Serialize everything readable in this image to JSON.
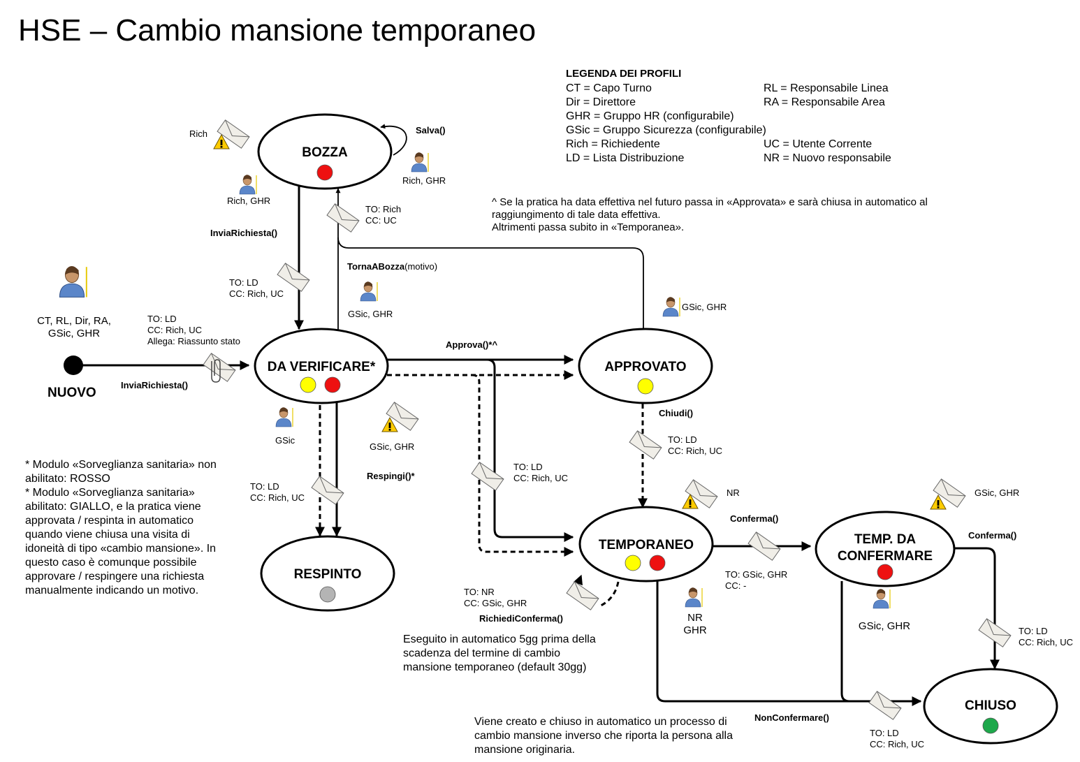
{
  "title": "HSE – Cambio mansione temporaneo",
  "states": {
    "nuovo": "NUOVO",
    "bozza": "BOZZA",
    "da_verificare": "DA VERIFICARE*",
    "approvato": "APPROVATO",
    "respinto": "RESPINTO",
    "temporaneo": "TEMPORANEO",
    "temp_da_confermare_1": "TEMP. DA",
    "temp_da_confermare_2": "CONFERMARE",
    "chiuso": "CHIUSO"
  },
  "actions": {
    "salva": "Salva()",
    "invia_richiesta_1": "InviaRichiesta()",
    "invia_richiesta_2": "InviaRichiesta()",
    "torna_a_bozza_bold": "TornaABozza",
    "torna_a_bozza_rest": "(motivo)",
    "approva": "Approva()*^",
    "chiudi": "Chiudi()",
    "respingi": "Respingi()*",
    "conferma_1": "Conferma()",
    "conferma_2": "Conferma()",
    "richiedi_conferma": "RichiediConferma()",
    "non_confermare": "NonConfermare()"
  },
  "actors": {
    "initial_1": "CT, RL, Dir, RA,",
    "initial_2": "GSic, GHR",
    "bozza_left": "Rich, GHR",
    "bozza_right": "Rich, GHR",
    "rich_notif": "Rich",
    "torna": "GSic, GHR",
    "approvato": "GSic, GHR",
    "respingi_user": "GSic",
    "respingi_notif": "GSic, GHR",
    "temporaneo_nr": "NR",
    "temp_user_1": "NR",
    "temp_user_2": "GHR",
    "tdc_notif": "GSic, GHR",
    "tdc_user": "GSic, GHR"
  },
  "mails": {
    "initial": [
      "TO: LD",
      "CC: Rich, UC",
      "Allega: Riassunto stato"
    ],
    "invia": [
      "TO: LD",
      "CC: Rich, UC"
    ],
    "torna": [
      "TO: Rich",
      "CC: UC"
    ],
    "respingi": [
      "TO: LD",
      "CC: Rich, UC"
    ],
    "approva_temp": [
      "TO: LD",
      "CC: Rich, UC"
    ],
    "chiudi": [
      "TO: LD",
      "CC: Rich, UC"
    ],
    "richiedi": [
      "TO: NR",
      "CC: GSic, GHR"
    ],
    "conferma": [
      "TO: GSic, GHR",
      "CC: -"
    ],
    "chiuso_right": [
      "TO: LD",
      "CC: Rich, UC"
    ],
    "chiuso_bottom": [
      "TO: LD",
      "CC: Rich, UC"
    ]
  },
  "legend": {
    "heading": "LEGENDA DEI PROFILI",
    "left": [
      "CT = Capo Turno",
      "Dir = Direttore",
      "GHR = Gruppo HR (configurabile)",
      "GSic = Gruppo Sicurezza (configurabile)",
      "Rich = Richiedente",
      "LD = Lista Distribuzione"
    ],
    "right": [
      "RL = Responsabile Linea",
      "RA = Responsabile Area",
      "",
      "",
      "UC = Utente Corrente",
      "NR = Nuovo responsabile"
    ]
  },
  "notes": {
    "approvata": [
      "^ Se la pratica ha data effettiva nel futuro passa in «Approvata» e sarà chiusa in automatico al",
      "raggiungimento di tale data effettiva.",
      "Altrimenti passa subito in «Temporanea»."
    ],
    "modulo": [
      "* Modulo «Sorveglianza sanitaria» non",
      "abilitato: ROSSO",
      "* Modulo «Sorveglianza sanitaria»",
      "abilitato: GIALLO, e la pratica viene",
      "approvata / respinta in automatico",
      "quando viene chiusa una visita di",
      "idoneità di tipo «cambio mansione». In",
      "questo caso è comunque possibile",
      "approvare / respingere una richiesta",
      "manualmente indicando un motivo."
    ],
    "automatico": [
      "Eseguito in automatico 5gg prima della",
      "scadenza del termine di cambio",
      "mansione temporaneo (default 30gg)"
    ],
    "inverso": [
      "Viene creato e chiuso in automatico un processo di",
      "cambio mansione inverso che riporta la persona alla",
      "mansione originaria."
    ]
  },
  "colors": {
    "red": "#ee1111",
    "yellow": "#ffff00",
    "grey": "#b4b4b4",
    "green": "#1ea84b",
    "warning": "#ffcc00"
  }
}
